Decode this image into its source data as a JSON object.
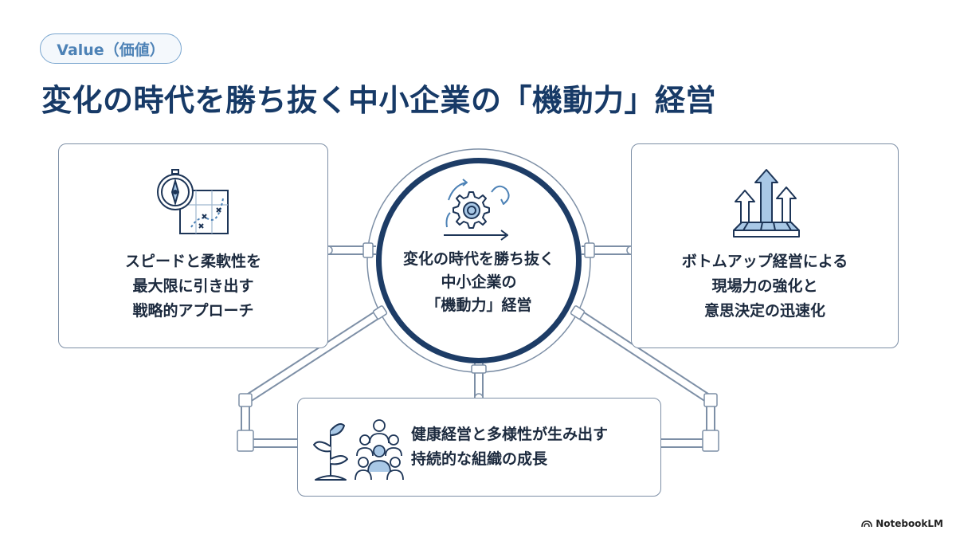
{
  "header": {
    "tag_label": "Value（価値）",
    "title": "変化の時代を勝ち抜く中小企業の「機動力」経営"
  },
  "center": {
    "lines": [
      "変化の時代を勝ち抜く",
      "中小企業の",
      "「機動力」経営"
    ],
    "icon": "gear-with-cycle-arrows-icon"
  },
  "left_card": {
    "lines": [
      "スピードと柔軟性を",
      "最大限に引き出す",
      "戦略的アプローチ"
    ],
    "icon": "compass-and-map-icon"
  },
  "right_card": {
    "lines": [
      "ボトムアップ経営による",
      "現場力の強化と",
      "意思決定の迅速化"
    ],
    "icon": "upward-arrows-icon"
  },
  "bottom_card": {
    "lines": [
      "健康経営と多様性が生み出す",
      "持続的な組織の成長"
    ],
    "icons": [
      "plant-sprout-icon",
      "people-group-icon"
    ]
  },
  "brand": {
    "label": "NotebookLM"
  },
  "colors": {
    "navy": "#173a67",
    "accent": "#4d82b6",
    "light_blue": "#a9c8e6",
    "border": "#7d8fa6"
  }
}
